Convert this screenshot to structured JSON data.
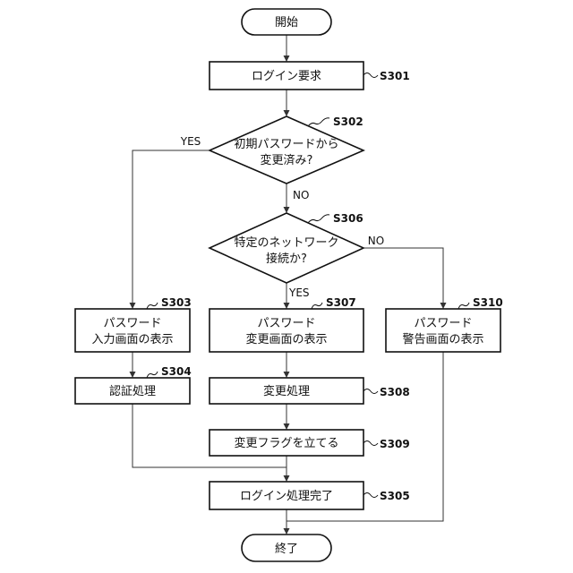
{
  "start": "開始",
  "end": "終了",
  "login_request": "ログイン要求",
  "decision_initial_password": [
    "初期パスワードから",
    "変更済み?"
  ],
  "decision_network": [
    "特定のネットワーク",
    "接続か?"
  ],
  "password_input_display": [
    "パスワード",
    "入力画面の表示"
  ],
  "password_change_display": [
    "パスワード",
    "変更画面の表示"
  ],
  "password_warning_display": [
    "パスワード",
    "警告画面の表示"
  ],
  "auth_process": "認証処理",
  "change_process": "変更処理",
  "set_change_flag": "変更フラグを立てる",
  "login_complete": "ログイン処理完了",
  "refs": {
    "s301": "S301",
    "s302": "S302",
    "s303": "S303",
    "s304": "S304",
    "s305": "S305",
    "s306": "S306",
    "s307": "S307",
    "s308": "S308",
    "s309": "S309",
    "s310": "S310"
  },
  "labels": {
    "yes": "YES",
    "no": "NO"
  }
}
